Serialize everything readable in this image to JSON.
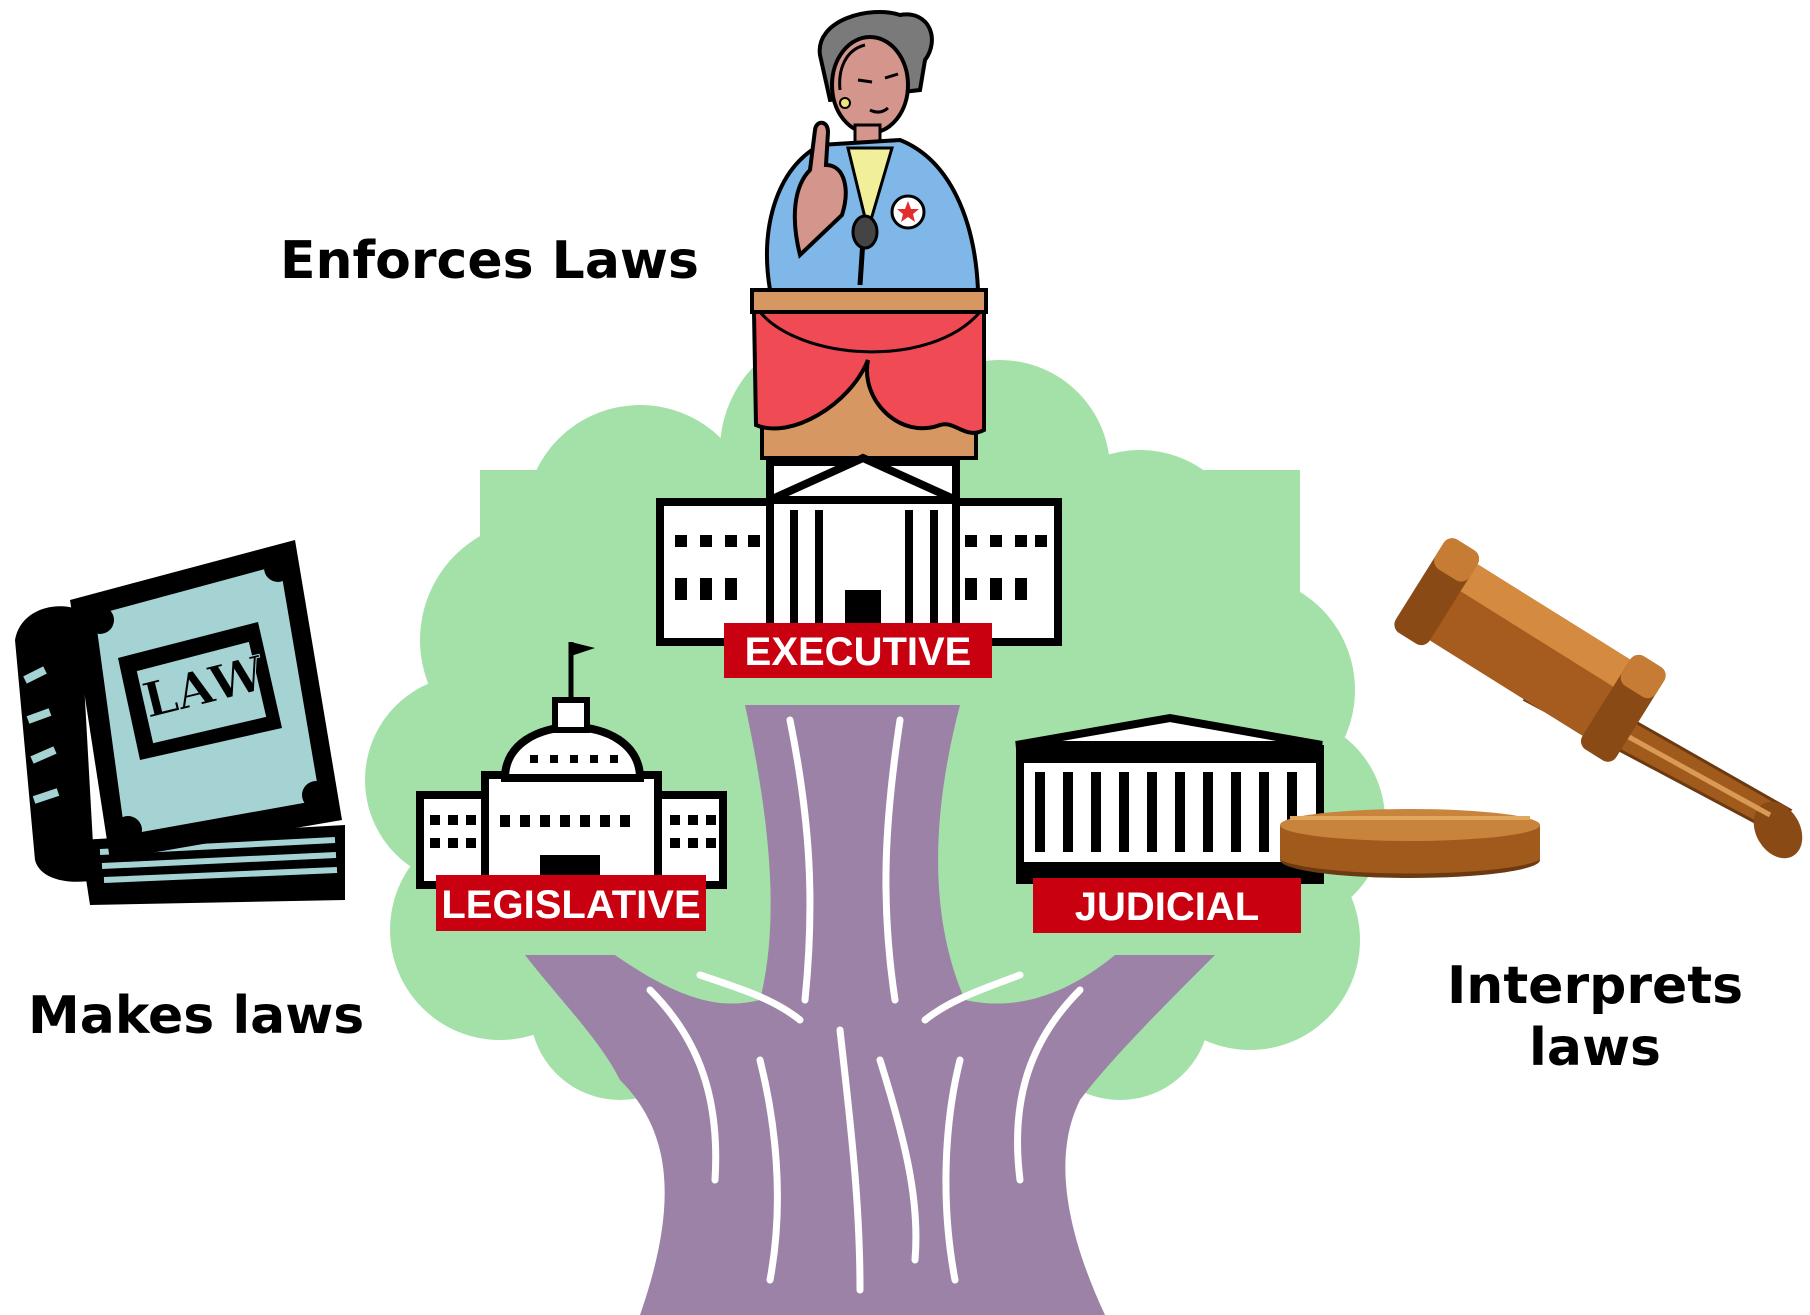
{
  "captions": {
    "enforces": "Enforces Laws",
    "makes": "Makes laws",
    "interprets_line1": "Interprets",
    "interprets_line2": "laws"
  },
  "branches": {
    "executive": "EXECUTIVE",
    "legislative": "LEGISLATIVE",
    "judicial": "JUDICIAL"
  },
  "book_text": "LAW",
  "colors": {
    "foliage": "#a3e1a9",
    "trunk": "#9d82a8",
    "label_red": "#c8000f",
    "book_cover": "#a5d2d3",
    "podium": "#d79762",
    "drape": "#f04a55",
    "jacket": "#7fb7e8",
    "gavel": "#a05a1c"
  }
}
